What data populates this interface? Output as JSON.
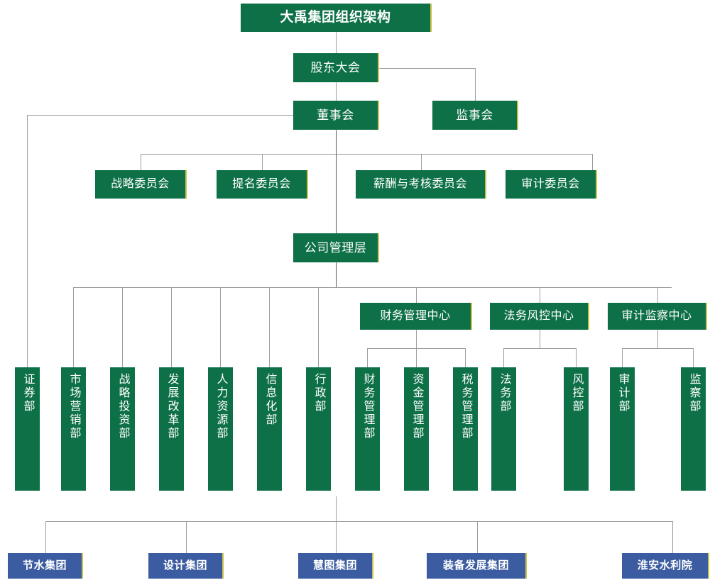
{
  "colors": {
    "green": "#0d7046",
    "blue": "#3b5ca0",
    "line": "#9c9c9c",
    "accent_edge": "#c9c24a",
    "text": "#ffffff",
    "background": "#ffffff"
  },
  "title": "大禹集团组织架构",
  "governance": {
    "shareholders": "股东大会",
    "board": "董事会",
    "supervisors": "监事会",
    "management": "公司管理层"
  },
  "committees": [
    {
      "label": "战略委员会"
    },
    {
      "label": "提名委员会"
    },
    {
      "label": "薪酬与考核委员会"
    },
    {
      "label": "审计委员会"
    }
  ],
  "centers": [
    {
      "label": "财务管理中心"
    },
    {
      "label": "法务风控中心"
    },
    {
      "label": "审计监察中心"
    }
  ],
  "departments": [
    {
      "label": "证券部"
    },
    {
      "label": "市场营销部"
    },
    {
      "label": "战略投资部"
    },
    {
      "label": "发展改革部"
    },
    {
      "label": "人力资源部"
    },
    {
      "label": "信息化部"
    },
    {
      "label": "行政部"
    },
    {
      "label": "财务管理部"
    },
    {
      "label": "资金管理部"
    },
    {
      "label": "税务管理部"
    },
    {
      "label": "法务部"
    },
    {
      "label": "风控部"
    },
    {
      "label": "审计部"
    },
    {
      "label": "监察部"
    }
  ],
  "subsidiaries": [
    {
      "label": "节水集团"
    },
    {
      "label": "设计集团"
    },
    {
      "label": "慧图集团"
    },
    {
      "label": "装备发展集团"
    },
    {
      "label": "淮安水利院"
    }
  ]
}
